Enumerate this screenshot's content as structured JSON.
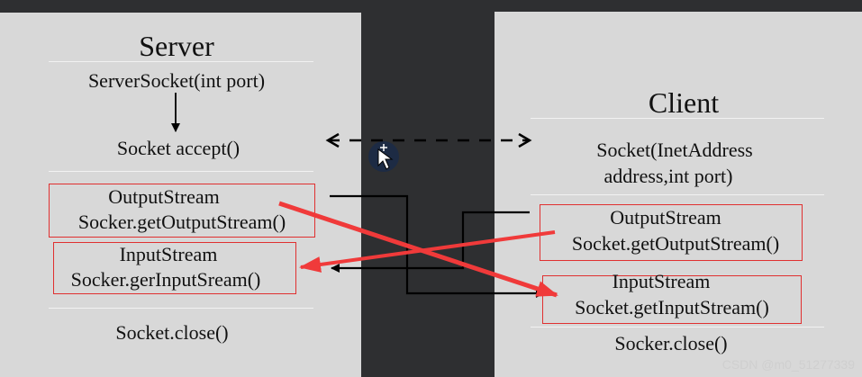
{
  "server": {
    "title": "Server",
    "server_socket": "ServerSocket(int port)",
    "accept": "Socket accept()",
    "output_stream": {
      "line1": "OutputStream",
      "line2": "Socker.getOutputStream()"
    },
    "input_stream": {
      "line1": "InputStream",
      "line2": "Socker.gerInputSream()"
    },
    "close": "Socket.close()"
  },
  "client": {
    "title": "Client",
    "socket_line1": "Socket(InetAddress",
    "socket_line2": "address,int port)",
    "output_stream": {
      "line1": "OutputStream",
      "line2": "Socket.getOutputStream()"
    },
    "input_stream": {
      "line1": "InputStream",
      "line2": "Socket.getInputStream()"
    },
    "close": "Socker.close()"
  },
  "watermark": "CSDN @m0_51277339",
  "colors": {
    "background": "#2e2f31",
    "panel": "#d8d8d8",
    "highlight": "#e03030",
    "connector": "#000000"
  }
}
